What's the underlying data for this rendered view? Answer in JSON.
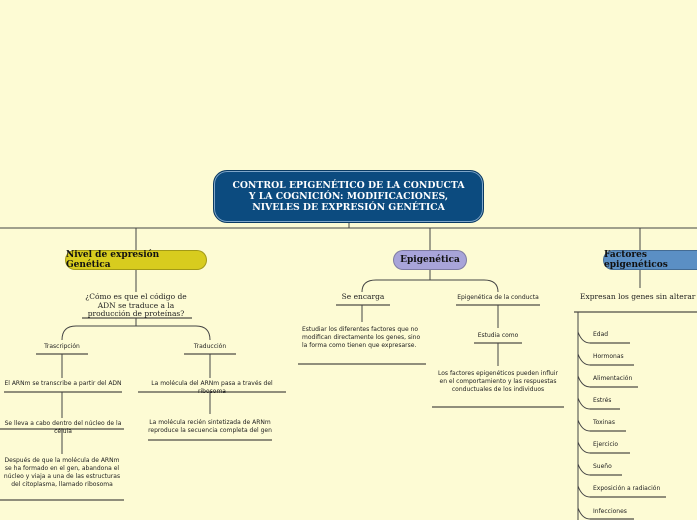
{
  "root": {
    "title": "CONTROL EPIGENÉTICO DE LA CONDUCTA Y LA COGNICIÓN: MODIFICACIONES, NIVELES DE EXPRESIÓN GENÉTICA"
  },
  "branches": {
    "nivel": {
      "label": "Nivel de expresión Genética",
      "color": "#d8cc1e",
      "question": "¿Cómo es que el código de ADN se traduce a la producción de proteínas?",
      "trascripcion": {
        "label": "Trascripción",
        "items": [
          "El ARNm se transcribe a partir del ADN",
          "Se lleva a cabo dentro del núcleo de la célula",
          "Después de que la molécula de ARNm se ha formado en el gen, abandona el núcleo y viaja a una de las estructuras del citoplasma, llamado ribosoma"
        ]
      },
      "traduccion": {
        "label": "Traducción",
        "items": [
          "La molécula del ARNm pasa a través del ribosoma",
          "La molécula recién sintetizada de ARNm reproduce la secuencia completa del gen"
        ]
      }
    },
    "epigenetica": {
      "label": "Epigenética",
      "color": "#a8a4d9",
      "se_encarga": {
        "label": "Se encarga",
        "text": "Estudiar los diferentes factores que no modifican directamente los genes, sino la forma como tienen que expresarse."
      },
      "conducta": {
        "label": "Epigenética de la conducta",
        "estudia": "Estudia como",
        "text": "Los factores epigenéticos pueden influir en el comportamiento y las respuestas conductuales de los individuos"
      }
    },
    "factores": {
      "label": "Factores epigenéticos",
      "color": "#5b8fc4",
      "subtitle": "Expresan los genes sin alterar la secuencia",
      "items": [
        "Edad",
        "Hormonas",
        "Alimentación",
        "Estrés",
        "Toxinas",
        "Ejercicio",
        "Sueño",
        "Exposición a radiación",
        "Infecciones"
      ]
    }
  }
}
